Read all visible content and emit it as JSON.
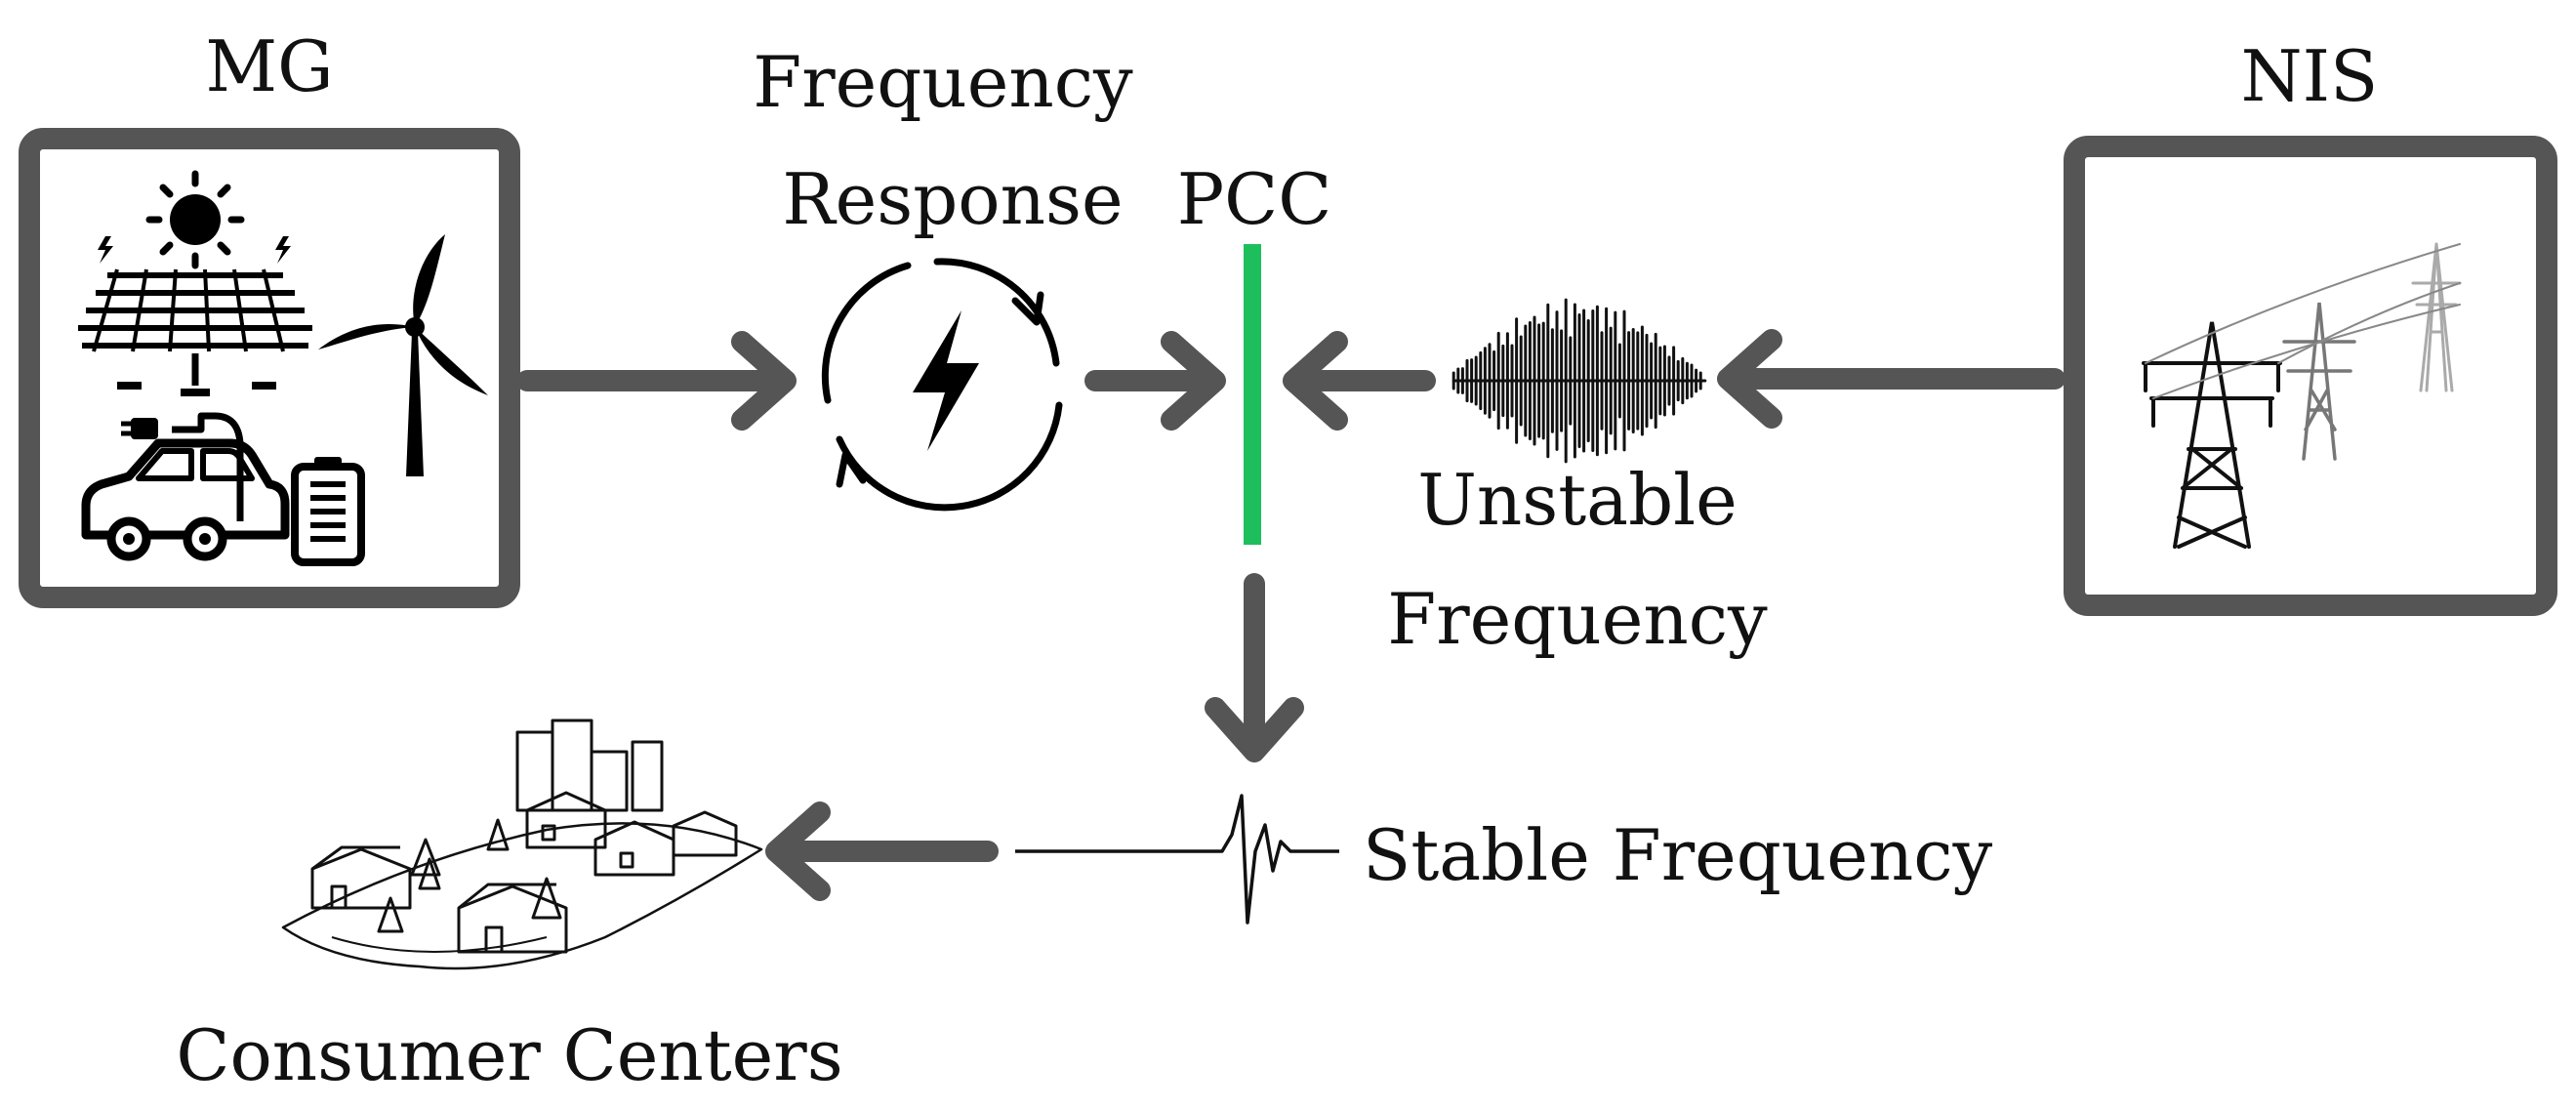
{
  "labels": {
    "mg": "MG",
    "nis": "NIS",
    "pcc": "PCC",
    "frequency_response_line1": "Frequency",
    "frequency_response_line2": "Response",
    "unstable_line1": "Unstable",
    "unstable_line2": "Frequency",
    "stable": "Stable Frequency",
    "consumers": "Consumer Centers"
  },
  "colors": {
    "box_border": "#555555",
    "arrow": "#555555",
    "pcc_bar": "#1dbf5c",
    "ink": "#111111"
  },
  "icons": {
    "mg_contents": [
      "sun-icon",
      "solar-panel-icon",
      "wind-turbine-icon",
      "electric-car-icon",
      "battery-icon"
    ],
    "frequency_response": "lightning-cycle-icon",
    "unstable_wave": "unstable-waveform-icon",
    "stable_wave": "stable-waveform-icon",
    "nis_contents": "transmission-tower-icon",
    "consumers": "town-icon"
  }
}
